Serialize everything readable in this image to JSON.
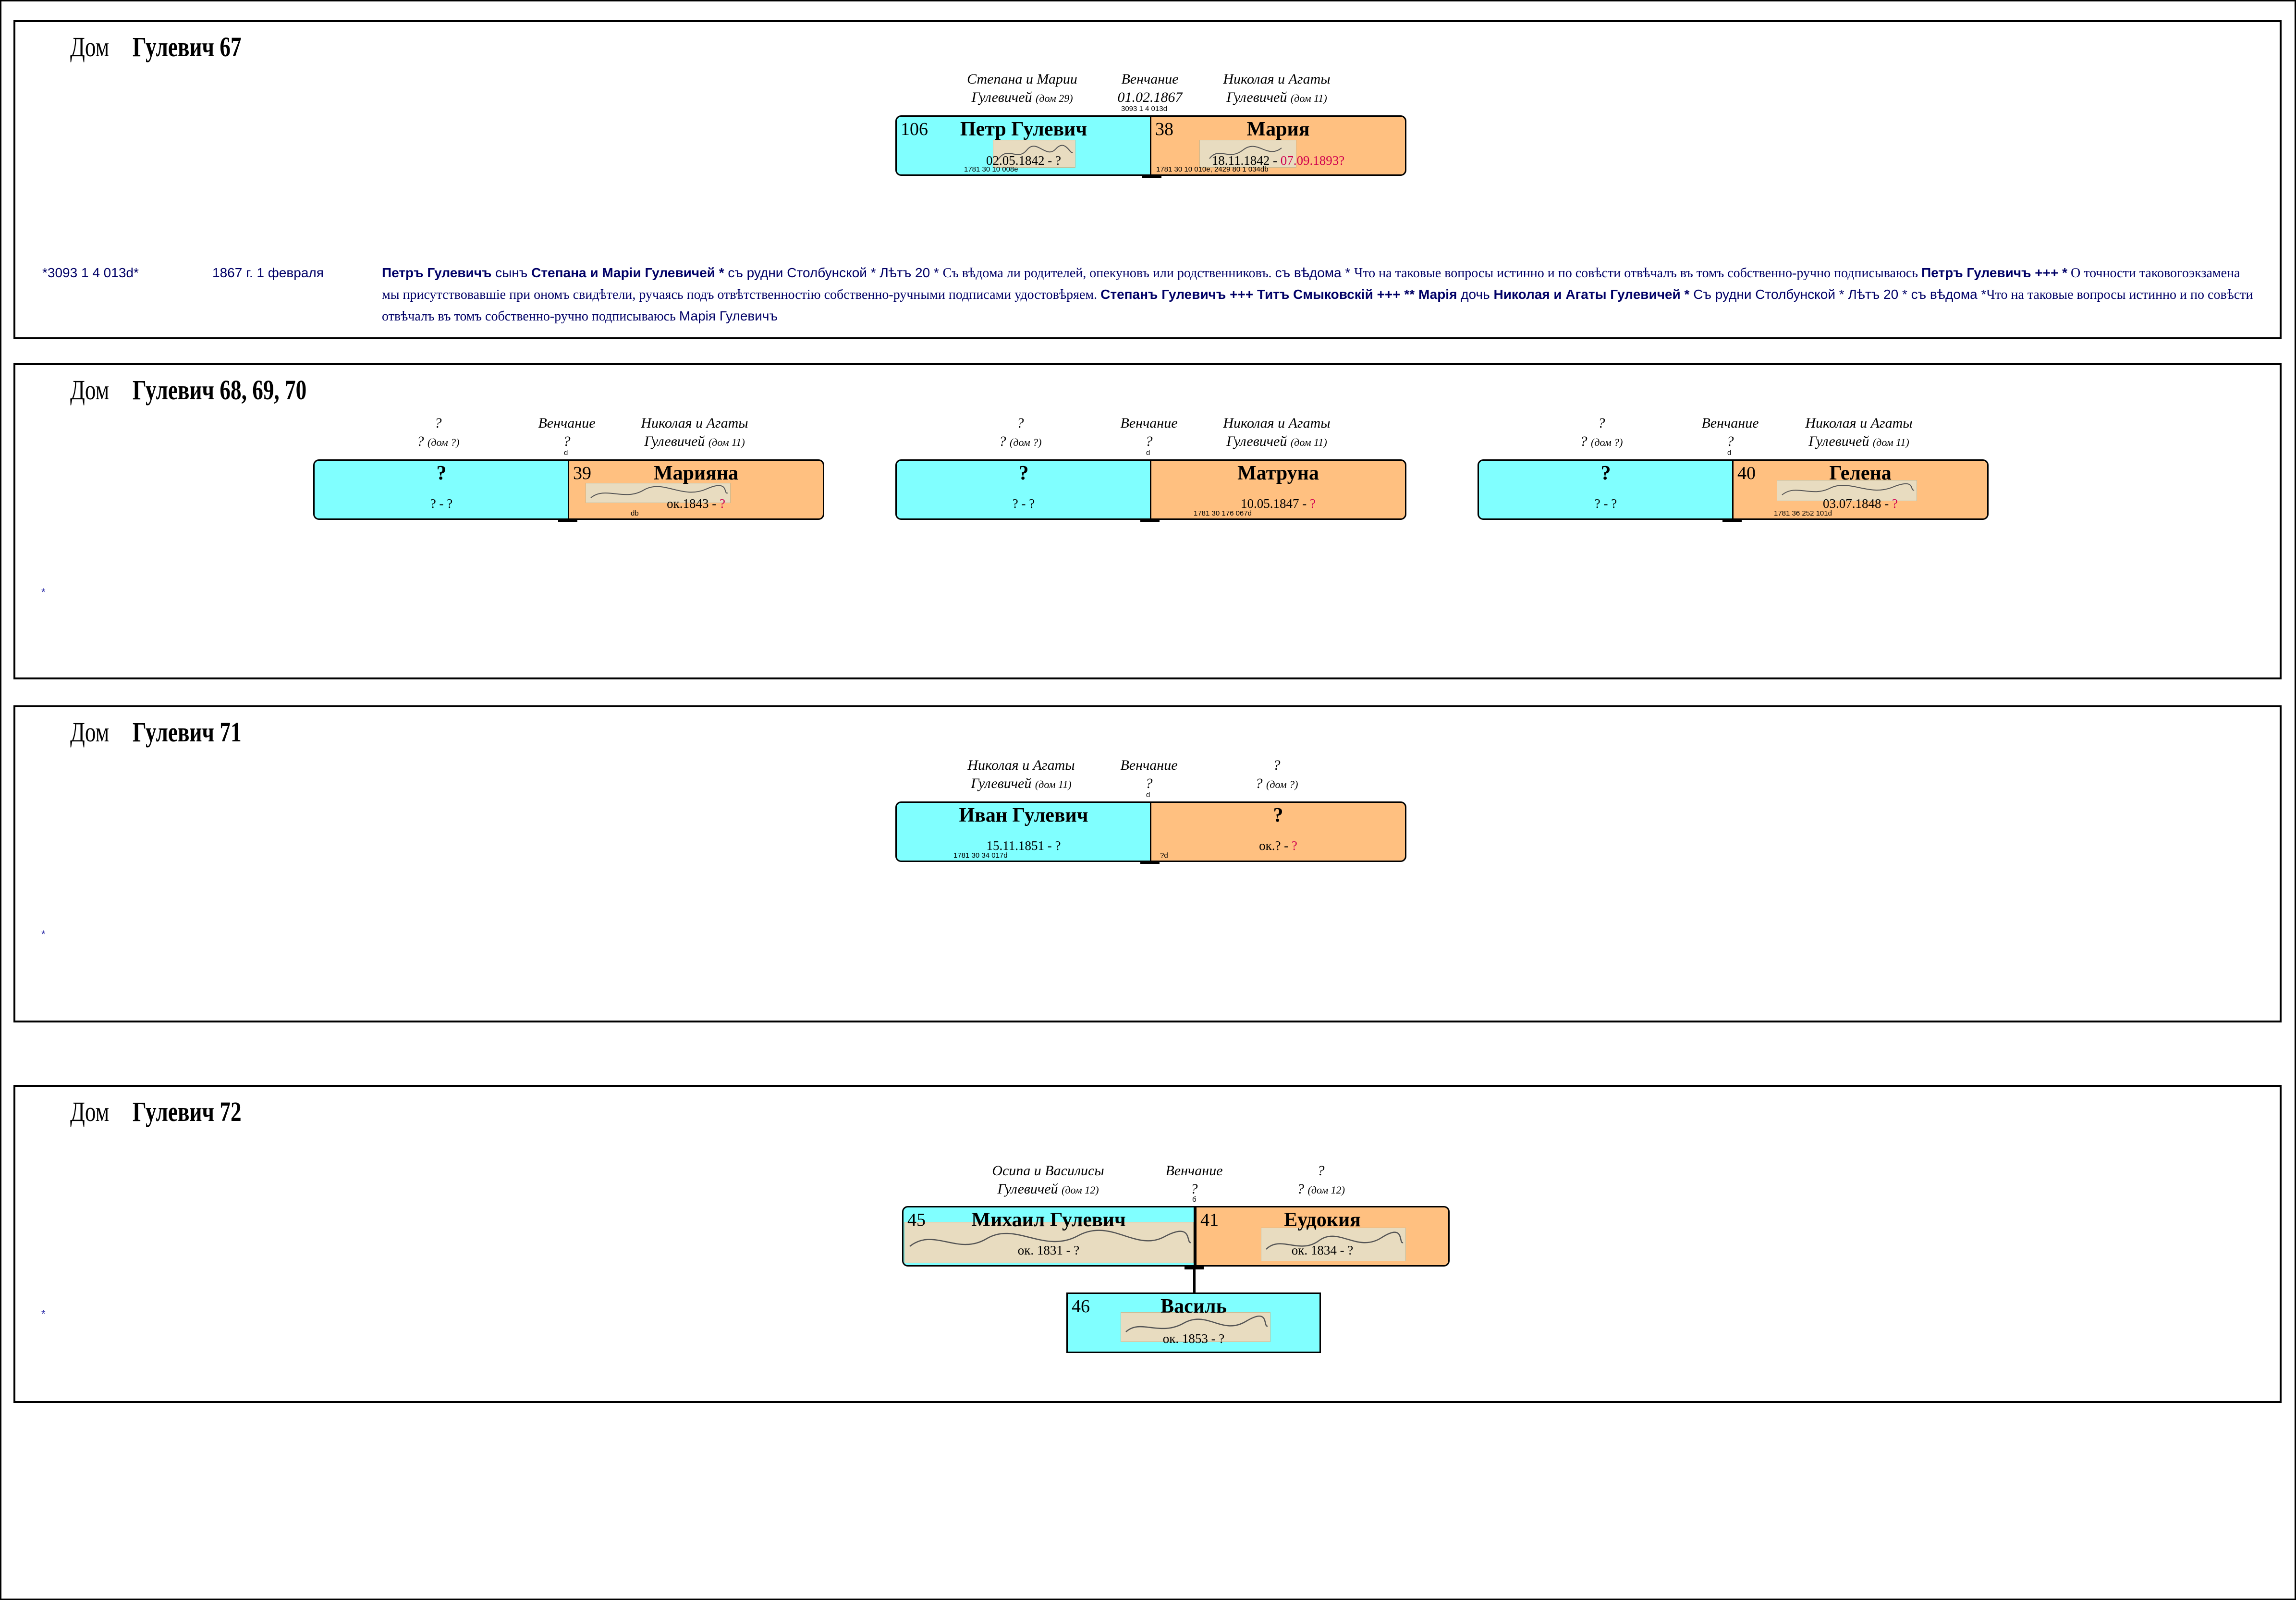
{
  "houses": [
    {
      "label": "Дом",
      "name": "Гулевич 67",
      "husband_parents": {
        "line1": "Степана и Марии",
        "line2": "Гулевичей",
        "house": "(дом 29)"
      },
      "wedding": {
        "line1": "Венчание",
        "line2": "01.02.1867",
        "ref": "3093 1  4 013d"
      },
      "wife_parents": {
        "line1": "Николая и Агаты",
        "line2": "Гулевичей",
        "house": "(дом 11)"
      },
      "husband": {
        "num": "106",
        "name": "Петр Гулевич",
        "dates": "02.05.1842 - ?",
        "ref": "1781 30 10 008e"
      },
      "wife": {
        "num": "38",
        "name": "Мария",
        "dates_black": "18.11.1842 - ",
        "dates_red": "07.09.1893?",
        "ref": "1781 30 10 010e, 2429 80 1 034db"
      },
      "record": {
        "ref": "*3093 1 4 013d*",
        "date": "1867 г. 1 февраля",
        "segments": [
          {
            "t": "Петръ Гулевичъ",
            "s": "b"
          },
          {
            "t": " сынъ ",
            "s": "sans"
          },
          {
            "t": "Степана и Маріи Гулевичей *",
            "s": "b"
          },
          {
            "t": " съ рудни Столбунской  *  Лѣтъ 20  *  ",
            "s": "sans"
          },
          {
            "t": "Съ вѣдома ли родителей, опекуновъ или родственниковъ. ",
            "s": "plain"
          },
          {
            "t": "съ вѣдома  *  ",
            "s": "sans"
          },
          {
            "t": "Что на таковые вопросы истинно и по совѣсти отвѣчалъ въ томъ собственно-ручно подписываюсь  ",
            "s": "plain"
          },
          {
            "t": "Петръ Гулевичъ +++ *",
            "s": "b"
          },
          {
            "t": " О точности таковогоэкзамена мы присутствовавшіе при ономъ свидѣтели, ручаясь подъ отвѣтственностію собственно-ручными подписами удостовѣряем.  ",
            "s": "plain"
          },
          {
            "t": "Степанъ Гулевичъ +++   Титъ Смыковскій +++    ** Марія",
            "s": "b"
          },
          {
            "t": " дочь ",
            "s": "sans"
          },
          {
            "t": "Николая и Агаты Гулевичей  *",
            "s": "b"
          },
          {
            "t": " Съ рудни Столбунской  *  Лѣтъ 20 * съ вѣдома *",
            "s": "sans"
          },
          {
            "t": "Что на таковые вопросы истинно и по совѣсти отвѣчалъ въ томъ собственно-ручно подписываюсь ",
            "s": "plain"
          },
          {
            "t": "Марія Гулевичъ",
            "s": "sans"
          }
        ]
      }
    },
    {
      "label": "Дом",
      "name": "Гулевич 68, 69, 70",
      "couples": [
        {
          "husband_parents": {
            "line1": "?",
            "line2": "?",
            "house": "(дом ?)"
          },
          "wedding": {
            "line1": "Венчание",
            "line2": "?",
            "ref": "d"
          },
          "wife_parents": {
            "line1": "Николая и Агаты",
            "line2": "Гулевичей",
            "house": "(дом 11)"
          },
          "husband": {
            "name": "?",
            "dates": "? - ?"
          },
          "wife": {
            "num": "39",
            "name": "Марияна",
            "dates_black": "ок.1843 - ",
            "dates_red": "?",
            "ref": "db"
          }
        },
        {
          "husband_parents": {
            "line1": "?",
            "line2": "?",
            "house": "(дом ?)"
          },
          "wedding": {
            "line1": "Венчание",
            "line2": "?",
            "ref": "d"
          },
          "wife_parents": {
            "line1": "Николая и Агаты",
            "line2": "Гулевичей",
            "house": "(дом 11)"
          },
          "husband": {
            "name": "?",
            "dates": "? - ?"
          },
          "wife": {
            "name": "Матруна",
            "dates_black": "10.05.1847 - ",
            "dates_red": "?",
            "ref": "1781 30 176 067d"
          }
        },
        {
          "husband_parents": {
            "line1": "?",
            "line2": "?",
            "house": "(дом ?)"
          },
          "wedding": {
            "line1": "Венчание",
            "line2": "?",
            "ref": "d"
          },
          "wife_parents": {
            "line1": "Николая и Агаты",
            "line2": "Гулевичей",
            "house": "(дом 11)"
          },
          "husband": {
            "name": "?",
            "dates": "? - ?"
          },
          "wife": {
            "num": "40",
            "name": "Гелена",
            "dates_black": "03.07.1848 - ",
            "dates_red": "?",
            "ref": "1781 36 252 101d"
          }
        }
      ],
      "record_mark": "*"
    },
    {
      "label": "Дом",
      "name": "Гулевич 71",
      "husband_parents": {
        "line1": "Николая и Агаты",
        "line2": "Гулевичей",
        "house": "(дом 11)"
      },
      "wedding": {
        "line1": "Венчание",
        "line2": "?",
        "ref": "d"
      },
      "wife_parents": {
        "line1": "?",
        "line2": "?",
        "house": "(дом ?)"
      },
      "husband": {
        "name": "Иван Гулевич",
        "dates": "15.11.1851 - ?",
        "ref": "1781 30 34 017d"
      },
      "wife": {
        "name": "?",
        "dates_black": "ок.? - ",
        "dates_red": "?",
        "ref": "?d"
      },
      "record_mark": "*"
    },
    {
      "label": "Дом",
      "name": "Гулевич 72",
      "husband_parents": {
        "line1": "Осипа и Василисы",
        "line2": "Гулевичей",
        "house": "(дом 12)"
      },
      "wedding": {
        "line1": "Венчание",
        "line2": "?",
        "ref": "б"
      },
      "wife_parents": {
        "line1": "?",
        "line2": "?",
        "house": "(дом 12)"
      },
      "husband": {
        "num": "45",
        "name": "Михаил  Гулевич",
        "dates": "ок. 1831 - ?"
      },
      "wife": {
        "num": "41",
        "name": "Еудокия",
        "dates": "ок. 1834 - ?"
      },
      "child": {
        "num": "46",
        "name": "Василь",
        "dates": "ок. 1853 - ?"
      },
      "record_mark": "*"
    }
  ]
}
